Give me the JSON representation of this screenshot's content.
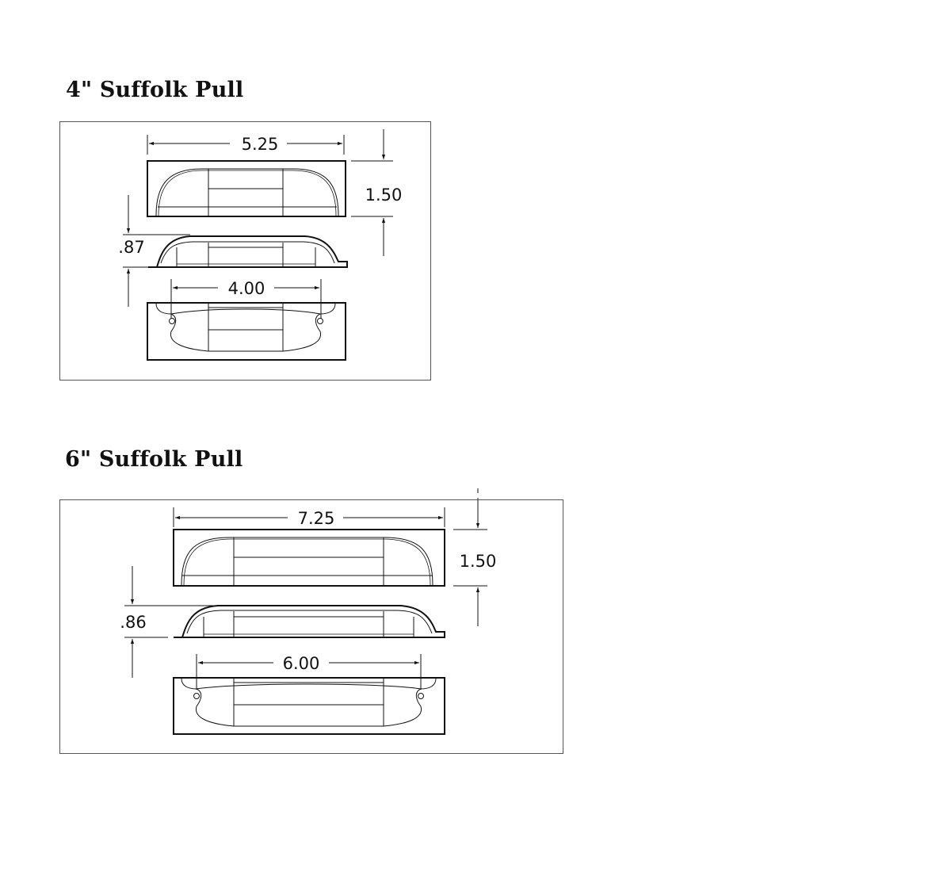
{
  "drawings": [
    {
      "title": "4\" Suffolk Pull",
      "dimensions": {
        "overall_length": "5.25",
        "width": "1.50",
        "projection": ".87",
        "hole_spacing": "4.00"
      }
    },
    {
      "title": "6\" Suffolk Pull",
      "dimensions": {
        "overall_length": "7.25",
        "width": "1.50",
        "projection": ".86",
        "hole_spacing": "6.00"
      }
    }
  ],
  "colors": {
    "line": "#111111",
    "frame": "#555555",
    "background": "#ffffff"
  }
}
